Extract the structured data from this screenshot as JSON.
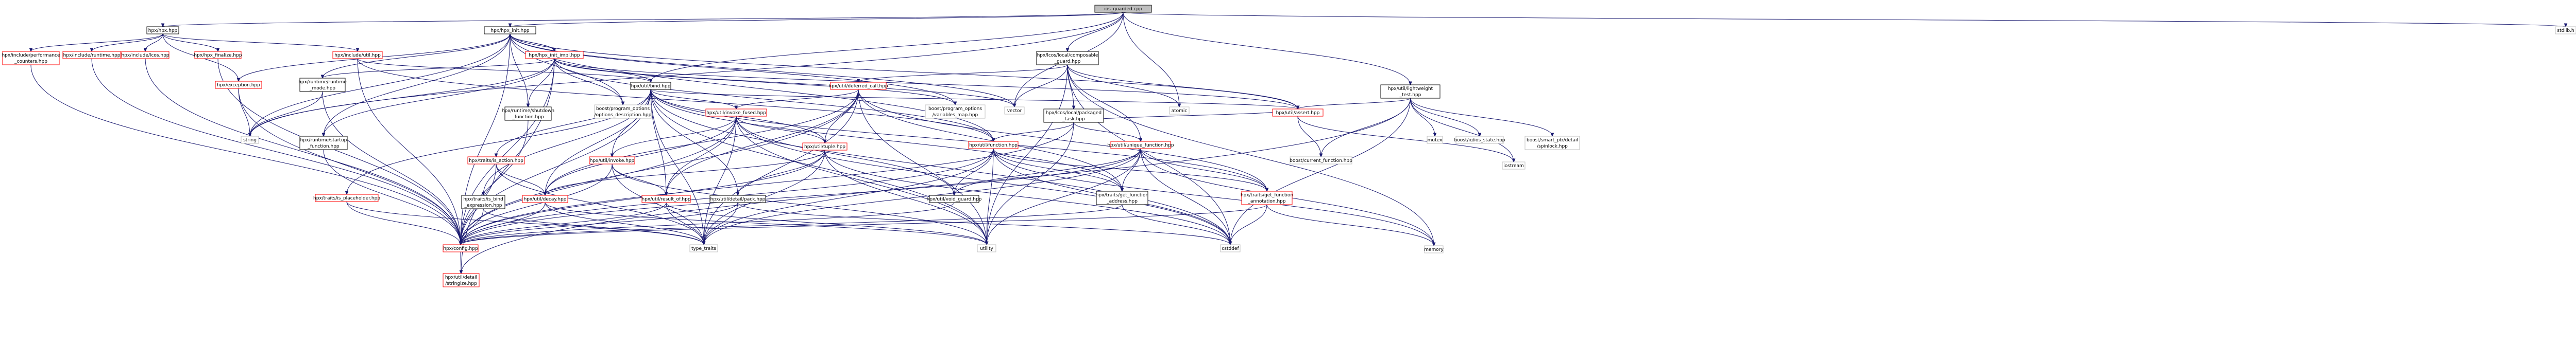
{
  "colors": {
    "edge": "#191970",
    "node_border_documented": "#000000",
    "node_border_partial": "#ff0000",
    "node_border_external": "#bfbfbf",
    "root_fill": "#bfbfbf",
    "node_fill": "#ffffff"
  },
  "nodes": [
    {
      "id": "root",
      "lines": [
        "ios_guarded.cpp"
      ],
      "style": "root"
    },
    {
      "id": "hpx",
      "lines": [
        "hpx/hpx.hpp"
      ],
      "style": "documented"
    },
    {
      "id": "hpx_init",
      "lines": [
        "hpx/hpx_init.hpp"
      ],
      "style": "documented"
    },
    {
      "id": "composable",
      "lines": [
        "hpx/lcos/local/composable",
        "_guard.hpp"
      ],
      "style": "documented"
    },
    {
      "id": "lightweight",
      "lines": [
        "hpx/util/lightweight",
        "_test.hpp"
      ],
      "style": "documented"
    },
    {
      "id": "stdlib",
      "lines": [
        "stdlib.h"
      ],
      "style": "external"
    },
    {
      "id": "perf",
      "lines": [
        "hpx/include/performance",
        "_counters.hpp"
      ],
      "style": "partial"
    },
    {
      "id": "runtime_inc",
      "lines": [
        "hpx/include/runtime.hpp"
      ],
      "style": "partial"
    },
    {
      "id": "lcos_inc",
      "lines": [
        "hpx/include/lcos.hpp"
      ],
      "style": "partial"
    },
    {
      "id": "exception",
      "lines": [
        "hpx/exception.hpp"
      ],
      "style": "partial"
    },
    {
      "id": "finalize",
      "lines": [
        "hpx/hpx_finalize.hpp"
      ],
      "style": "partial"
    },
    {
      "id": "util_inc",
      "lines": [
        "hpx/include/util.hpp"
      ],
      "style": "partial"
    },
    {
      "id": "hpx_init_impl",
      "lines": [
        "hpx/hpx_init_impl.hpp"
      ],
      "style": "partial"
    },
    {
      "id": "rt_mode",
      "lines": [
        "hpx/runtime/runtime",
        "_mode.hpp"
      ],
      "style": "documented"
    },
    {
      "id": "shutdown_fn",
      "lines": [
        "hpx/runtime/shutdown",
        "_function.hpp"
      ],
      "style": "documented"
    },
    {
      "id": "po_desc",
      "lines": [
        "boost/program_options",
        "/options_description.hpp"
      ],
      "style": "external"
    },
    {
      "id": "po_varmap",
      "lines": [
        "boost/program_options",
        "/variables_map.hpp"
      ],
      "style": "external"
    },
    {
      "id": "vector",
      "lines": [
        "vector"
      ],
      "style": "external"
    },
    {
      "id": "atomic",
      "lines": [
        "atomic"
      ],
      "style": "external"
    },
    {
      "id": "bind",
      "lines": [
        "hpx/util/bind.hpp"
      ],
      "style": "documented"
    },
    {
      "id": "deferred",
      "lines": [
        "hpx/util/deferred_call.hpp"
      ],
      "style": "partial"
    },
    {
      "id": "startup_fn",
      "lines": [
        "hpx/runtime/startup",
        "_function.hpp"
      ],
      "style": "documented"
    },
    {
      "id": "string",
      "lines": [
        "string"
      ],
      "style": "external"
    },
    {
      "id": "invoke_fused",
      "lines": [
        "hpx/util/invoke_fused.hpp"
      ],
      "style": "partial"
    },
    {
      "id": "packaged",
      "lines": [
        "hpx/lcos/local/packaged",
        "_task.hpp"
      ],
      "style": "documented"
    },
    {
      "id": "assert",
      "lines": [
        "hpx/util/assert.hpp"
      ],
      "style": "partial"
    },
    {
      "id": "mutex",
      "lines": [
        "mutex"
      ],
      "style": "external"
    },
    {
      "id": "ios_state",
      "lines": [
        "boost/io/ios_state.hpp"
      ],
      "style": "external"
    },
    {
      "id": "spinlock",
      "lines": [
        "boost/smart_ptr/detail",
        "/spinlock.hpp"
      ],
      "style": "external"
    },
    {
      "id": "current_fn",
      "lines": [
        "boost/current_function.hpp"
      ],
      "style": "external"
    },
    {
      "id": "iostream",
      "lines": [
        "iostream"
      ],
      "style": "external"
    },
    {
      "id": "tuple",
      "lines": [
        "hpx/util/tuple.hpp"
      ],
      "style": "partial"
    },
    {
      "id": "function",
      "lines": [
        "hpx/util/function.hpp"
      ],
      "style": "partial"
    },
    {
      "id": "unique_fn",
      "lines": [
        "hpx/util/unique_function.hpp"
      ],
      "style": "partial"
    },
    {
      "id": "is_action",
      "lines": [
        "hpx/traits/is_action.hpp"
      ],
      "style": "partial"
    },
    {
      "id": "invoke",
      "lines": [
        "hpx/util/invoke.hpp"
      ],
      "style": "partial"
    },
    {
      "id": "is_placeholder",
      "lines": [
        "hpx/traits/is_placeholder.hpp"
      ],
      "style": "partial"
    },
    {
      "id": "is_bind_expr",
      "lines": [
        "hpx/traits/is_bind",
        "_expression.hpp"
      ],
      "style": "documented"
    },
    {
      "id": "decay",
      "lines": [
        "hpx/util/decay.hpp"
      ],
      "style": "partial"
    },
    {
      "id": "result_of",
      "lines": [
        "hpx/util/result_of.hpp"
      ],
      "style": "partial"
    },
    {
      "id": "pack",
      "lines": [
        "hpx/util/detail/pack.hpp"
      ],
      "style": "documented"
    },
    {
      "id": "void_guard",
      "lines": [
        "hpx/util/void_guard.hpp"
      ],
      "style": "documented"
    },
    {
      "id": "get_fn_addr",
      "lines": [
        "hpx/traits/get_function",
        "_address.hpp"
      ],
      "style": "documented"
    },
    {
      "id": "get_fn_annot",
      "lines": [
        "hpx/traits/get_function",
        "_annotation.hpp"
      ],
      "style": "partial"
    },
    {
      "id": "config",
      "lines": [
        "hpx/config.hpp"
      ],
      "style": "partial"
    },
    {
      "id": "type_traits",
      "lines": [
        "type_traits"
      ],
      "style": "external"
    },
    {
      "id": "utility",
      "lines": [
        "utility"
      ],
      "style": "external"
    },
    {
      "id": "cstddef",
      "lines": [
        "cstddef"
      ],
      "style": "external"
    },
    {
      "id": "memory",
      "lines": [
        "memory"
      ],
      "style": "external"
    },
    {
      "id": "stringize",
      "lines": [
        "hpx/util/detail",
        "/stringize.hpp"
      ],
      "style": "partial"
    }
  ],
  "edges": [
    [
      "root",
      "hpx"
    ],
    [
      "root",
      "hpx_init"
    ],
    [
      "root",
      "composable"
    ],
    [
      "root",
      "lightweight"
    ],
    [
      "root",
      "stdlib"
    ],
    [
      "root",
      "atomic"
    ],
    [
      "root",
      "string"
    ],
    [
      "root",
      "vector"
    ],
    [
      "root",
      "bind"
    ],
    [
      "hpx",
      "perf"
    ],
    [
      "hpx",
      "runtime_inc"
    ],
    [
      "hpx",
      "lcos_inc"
    ],
    [
      "hpx",
      "exception"
    ],
    [
      "hpx",
      "finalize"
    ],
    [
      "hpx",
      "util_inc"
    ],
    [
      "hpx_init",
      "hpx_init_impl"
    ],
    [
      "hpx_init",
      "rt_mode"
    ],
    [
      "hpx_init",
      "shutdown_fn"
    ],
    [
      "hpx_init",
      "startup_fn"
    ],
    [
      "hpx_init",
      "po_desc"
    ],
    [
      "hpx_init",
      "po_varmap"
    ],
    [
      "hpx_init",
      "config"
    ],
    [
      "hpx_init",
      "string"
    ],
    [
      "hpx_init",
      "vector"
    ],
    [
      "hpx_init",
      "function"
    ],
    [
      "hpx_init",
      "assert"
    ],
    [
      "hpx_init",
      "exception"
    ],
    [
      "hpx_init_impl",
      "hpx_init"
    ],
    [
      "hpx_init_impl",
      "rt_mode"
    ],
    [
      "hpx_init_impl",
      "shutdown_fn"
    ],
    [
      "hpx_init_impl",
      "startup_fn"
    ],
    [
      "hpx_init_impl",
      "po_desc"
    ],
    [
      "hpx_init_impl",
      "po_varmap"
    ],
    [
      "hpx_init_impl",
      "bind"
    ],
    [
      "hpx_init_impl",
      "function"
    ],
    [
      "hpx_init_impl",
      "vector"
    ],
    [
      "hpx_init_impl",
      "string"
    ],
    [
      "hpx_init_impl",
      "config"
    ],
    [
      "hpx_init_impl",
      "stringize"
    ],
    [
      "hpx_init_impl",
      "assert"
    ],
    [
      "composable",
      "deferred"
    ],
    [
      "composable",
      "packaged"
    ],
    [
      "composable",
      "unique_fn"
    ],
    [
      "composable",
      "assert"
    ],
    [
      "composable",
      "atomic"
    ],
    [
      "composable",
      "vector"
    ],
    [
      "composable",
      "memory"
    ],
    [
      "composable",
      "cstddef"
    ],
    [
      "composable",
      "utility"
    ],
    [
      "lightweight",
      "assert"
    ],
    [
      "lightweight",
      "mutex"
    ],
    [
      "lightweight",
      "ios_state"
    ],
    [
      "lightweight",
      "spinlock"
    ],
    [
      "lightweight",
      "current_fn"
    ],
    [
      "lightweight",
      "iostream"
    ],
    [
      "lightweight",
      "cstddef"
    ],
    [
      "lightweight",
      "stringize"
    ],
    [
      "perf",
      "config"
    ],
    [
      "runtime_inc",
      "config"
    ],
    [
      "lcos_inc",
      "config"
    ],
    [
      "exception",
      "config"
    ],
    [
      "exception",
      "string"
    ],
    [
      "finalize",
      "config"
    ],
    [
      "util_inc",
      "config"
    ],
    [
      "util_inc",
      "bind"
    ],
    [
      "util_inc",
      "function"
    ],
    [
      "rt_mode",
      "config"
    ],
    [
      "rt_mode",
      "string"
    ],
    [
      "shutdown_fn",
      "config"
    ],
    [
      "startup_fn",
      "config"
    ],
    [
      "bind",
      "config"
    ],
    [
      "bind",
      "invoke"
    ],
    [
      "bind",
      "invoke_fused"
    ],
    [
      "bind",
      "tuple"
    ],
    [
      "bind",
      "decay"
    ],
    [
      "bind",
      "result_of"
    ],
    [
      "bind",
      "pack"
    ],
    [
      "bind",
      "is_action"
    ],
    [
      "bind",
      "is_placeholder"
    ],
    [
      "bind",
      "is_bind_expr"
    ],
    [
      "bind",
      "get_fn_addr"
    ],
    [
      "bind",
      "get_fn_annot"
    ],
    [
      "bind",
      "type_traits"
    ],
    [
      "bind",
      "utility"
    ],
    [
      "bind",
      "cstddef"
    ],
    [
      "bind",
      "assert"
    ],
    [
      "deferred",
      "config"
    ],
    [
      "deferred",
      "decay"
    ],
    [
      "deferred",
      "invoke_fused"
    ],
    [
      "deferred",
      "result_of"
    ],
    [
      "deferred",
      "tuple"
    ],
    [
      "deferred",
      "get_fn_addr"
    ],
    [
      "deferred",
      "get_fn_annot"
    ],
    [
      "deferred",
      "type_traits"
    ],
    [
      "deferred",
      "utility"
    ],
    [
      "packaged",
      "config"
    ],
    [
      "packaged",
      "function"
    ],
    [
      "packaged",
      "unique_fn"
    ],
    [
      "packaged",
      "assert"
    ],
    [
      "packaged",
      "utility"
    ],
    [
      "assert",
      "current_fn"
    ],
    [
      "assert",
      "iostream"
    ],
    [
      "invoke_fused",
      "config"
    ],
    [
      "invoke_fused",
      "invoke"
    ],
    [
      "invoke_fused",
      "tuple"
    ],
    [
      "invoke_fused",
      "result_of"
    ],
    [
      "invoke_fused",
      "void_guard"
    ],
    [
      "invoke_fused",
      "decay"
    ],
    [
      "invoke_fused",
      "type_traits"
    ],
    [
      "invoke_fused",
      "utility"
    ],
    [
      "invoke_fused",
      "cstddef"
    ],
    [
      "tuple",
      "config"
    ],
    [
      "tuple",
      "decay"
    ],
    [
      "tuple",
      "pack"
    ],
    [
      "tuple",
      "type_traits"
    ],
    [
      "tuple",
      "utility"
    ],
    [
      "tuple",
      "cstddef"
    ],
    [
      "function",
      "config"
    ],
    [
      "function",
      "void_guard"
    ],
    [
      "function",
      "get_fn_addr"
    ],
    [
      "function",
      "get_fn_annot"
    ],
    [
      "function",
      "type_traits"
    ],
    [
      "function",
      "utility"
    ],
    [
      "function",
      "cstddef"
    ],
    [
      "function",
      "memory"
    ],
    [
      "unique_fn",
      "config"
    ],
    [
      "unique_fn",
      "void_guard"
    ],
    [
      "unique_fn",
      "get_fn_addr"
    ],
    [
      "unique_fn",
      "get_fn_annot"
    ],
    [
      "unique_fn",
      "type_traits"
    ],
    [
      "unique_fn",
      "utility"
    ],
    [
      "unique_fn",
      "cstddef"
    ],
    [
      "unique_fn",
      "memory"
    ],
    [
      "is_action",
      "config"
    ],
    [
      "is_action",
      "decay"
    ],
    [
      "is_action",
      "type_traits"
    ],
    [
      "invoke",
      "config"
    ],
    [
      "invoke",
      "result_of"
    ],
    [
      "invoke",
      "type_traits"
    ],
    [
      "invoke",
      "utility"
    ],
    [
      "is_placeholder",
      "config"
    ],
    [
      "is_placeholder",
      "type_traits"
    ],
    [
      "is_bind_expr",
      "config"
    ],
    [
      "is_bind_expr",
      "type_traits"
    ],
    [
      "decay",
      "config"
    ],
    [
      "decay",
      "type_traits"
    ],
    [
      "decay",
      "utility"
    ],
    [
      "result_of",
      "config"
    ],
    [
      "result_of",
      "type_traits"
    ],
    [
      "result_of",
      "utility"
    ],
    [
      "pack",
      "config"
    ],
    [
      "pack",
      "type_traits"
    ],
    [
      "pack",
      "cstddef"
    ],
    [
      "void_guard",
      "config"
    ],
    [
      "get_fn_addr",
      "config"
    ],
    [
      "get_fn_addr",
      "cstddef"
    ],
    [
      "get_fn_annot",
      "config"
    ],
    [
      "get_fn_annot",
      "cstddef"
    ],
    [
      "get_fn_annot",
      "memory"
    ],
    [
      "config",
      "stringize"
    ]
  ]
}
